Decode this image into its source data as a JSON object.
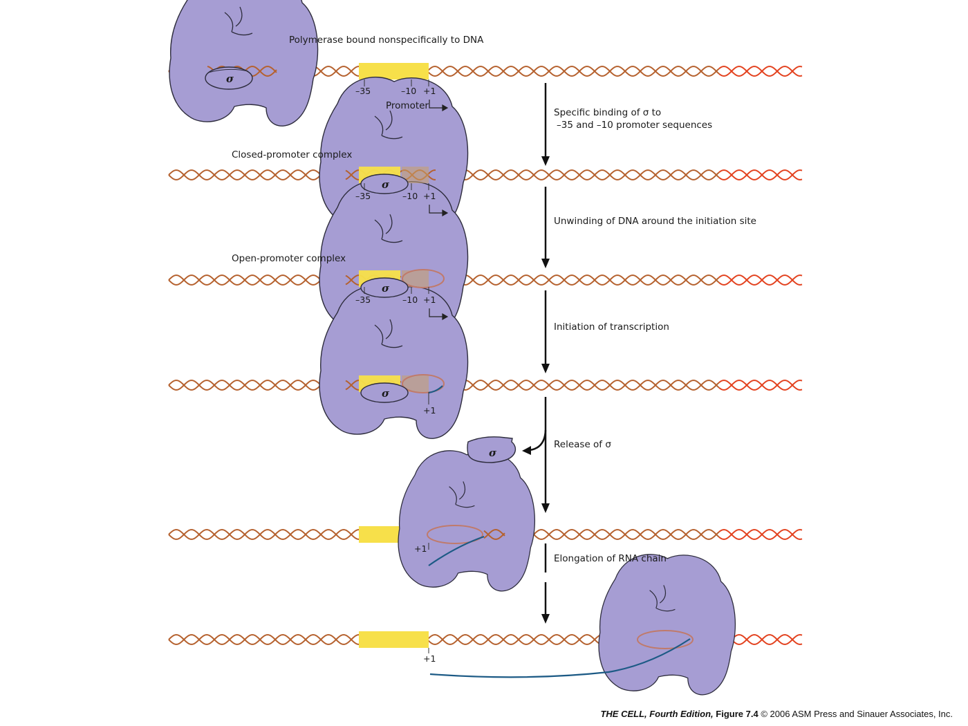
{
  "colors": {
    "dna": "#b5612e",
    "dna_far": "#e3421f",
    "promoter_box": "#f7e04a",
    "polymerase": "#a69dd3",
    "polymerase_edge": "#2d2c3c",
    "rna": "#1c5a85",
    "bubble": "#c9a06a",
    "arrow": "#111111"
  },
  "labels": {
    "polymerase_nonspecific": "Polymerase bound nonspecifically to DNA",
    "closed_complex": "Closed-promoter complex",
    "open_complex": "Open-promoter complex",
    "promoter": "Promoter",
    "sigma": "σ"
  },
  "ticks": {
    "m35": "–35",
    "m10": "–10",
    "p1": "+1"
  },
  "steps": [
    {
      "line1": "Specific binding of σ to",
      "line2": "–35 and –10 promoter sequences"
    },
    {
      "line1": "Unwinding of DNA around the initiation site"
    },
    {
      "line1": "Initiation of transcription"
    },
    {
      "line1": "Release of σ"
    },
    {
      "line1": "Elongation of RNA chain"
    }
  ],
  "footer": {
    "title": "THE CELL, Fourth Edition,",
    "figure": "Figure 7.4",
    "copyright": "© 2006 ASM Press and Sinauer Associates, Inc."
  }
}
